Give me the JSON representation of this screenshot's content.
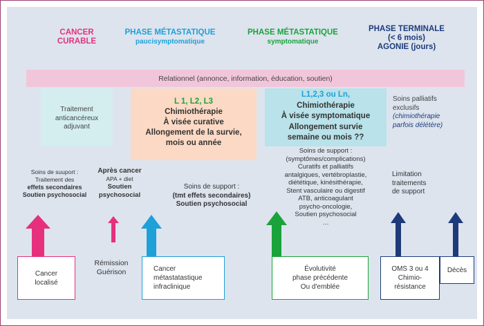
{
  "colors": {
    "pink": "#e6307e",
    "blue": "#1ea0d8",
    "green": "#1aa33a",
    "navy": "#1d3b7a",
    "panel": "#dde4ee",
    "relational_band": "#f2c6da",
    "box_mint": "#d4eef0",
    "box_peach": "#fcd9c4",
    "box_teal": "#b9e2ea"
  },
  "headers": {
    "cancer_curable": [
      "CANCER",
      "CURABLE"
    ],
    "pauci": {
      "title": "PHASE MÉTASTATIQUE",
      "subtitle": "paucisymptomatique"
    },
    "symptom": {
      "title": "PHASE MÉTASTATIQUE",
      "subtitle": "symptomatique"
    },
    "terminal": [
      "PHASE TERMINALE",
      "(< 6 mois)",
      "AGONIE (jours)"
    ]
  },
  "relational": "Relationnel (annonce, information, éducation, soutien)",
  "boxes": {
    "adjuvant": [
      "Traitement",
      "anticancéreux",
      "adjuvant"
    ],
    "curative": [
      "L 1, L2, L3",
      "Chimiothérapie",
      "À visée curative",
      "Allongement de la survie,",
      "mois ou année"
    ],
    "symptomatic": [
      "L1,2,3 ou Ln,",
      "Chimiothérapie",
      "À visée symptomatique",
      "Allongement survie",
      "semaine ou mois ??"
    ],
    "palliative": [
      "Soins palliatifs",
      "exclusifs",
      "(chimiothérapie",
      "parfois délétère)"
    ]
  },
  "support": {
    "col1": [
      "Soins de suuport :",
      "Traitement des",
      "effets secondaires",
      "Soutien psychosocial"
    ],
    "col2": [
      "Après cancer",
      "APA + diet",
      "Soutien",
      "psychosocial"
    ],
    "col3": [
      "Soins de support :",
      "(tmt effets secondaires)",
      "Soutien psychosocial"
    ],
    "col4": [
      "Soins de support :",
      "(symptômes/complications)",
      "Curatifs et palliatifs",
      "antalgiques, vertébroplastie,",
      "diététique, kinésithérapie,",
      "Stent vasculaire ou digestif",
      "ATB, anticoagulant",
      "psycho-oncologie,",
      "Soutien psychosocial",
      "…"
    ],
    "col5": [
      "Limitation",
      "traitements",
      "de support"
    ]
  },
  "bottom": {
    "localise": [
      "Cancer",
      "localisé"
    ],
    "remission": [
      "Rémission",
      "Guérison"
    ],
    "infraclinique": [
      "Cancer",
      "métastatastique",
      "infraclinique"
    ],
    "evolutivite": [
      "Évolutivité",
      "phase précédente",
      "Ou d'emblée"
    ],
    "oms": [
      "OMS 3 ou 4",
      "Chimio-",
      "résistance"
    ],
    "deces": "Décès"
  }
}
